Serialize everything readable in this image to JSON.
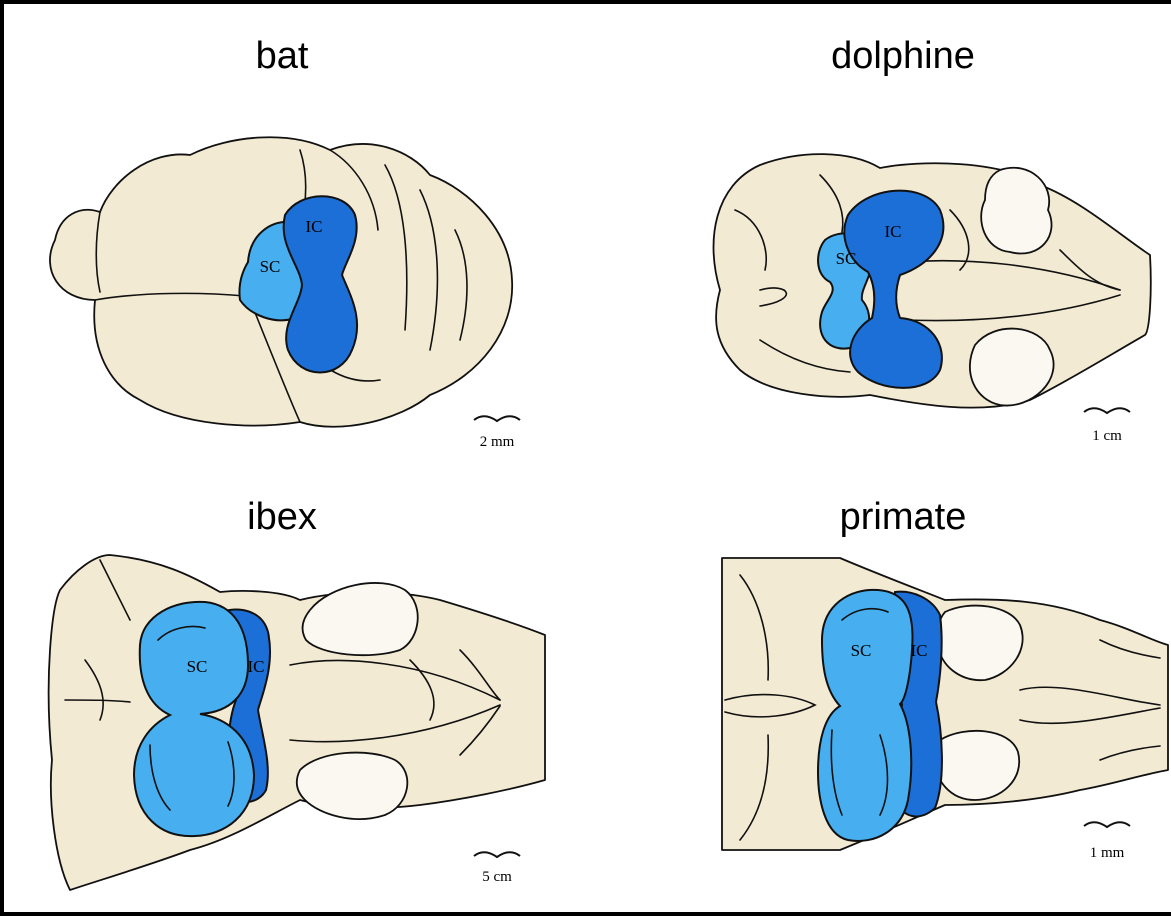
{
  "panels": [
    {
      "title": "bat",
      "sc_label": "SC",
      "ic_label": "IC",
      "scale_label": "2 mm"
    },
    {
      "title": "dolphine",
      "sc_label": "SC",
      "ic_label": "IC",
      "scale_label": "1 cm"
    },
    {
      "title": "ibex",
      "sc_label": "SC",
      "ic_label": "IC",
      "scale_label": "5 cm"
    },
    {
      "title": "primate",
      "sc_label": "SC",
      "ic_label": "IC",
      "scale_label": "1 mm"
    }
  ],
  "colors": {
    "tissue": "#f3ead3",
    "superior_colliculus": "#47aff0",
    "inferior_colliculus": "#1c6fd6",
    "frame": "#000000"
  }
}
